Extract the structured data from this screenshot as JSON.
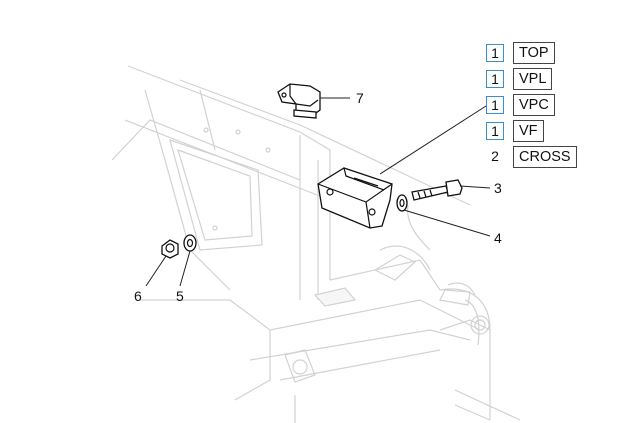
{
  "legend": [
    {
      "qty": "1",
      "variant": "TOP",
      "boxed": true
    },
    {
      "qty": "1",
      "variant": "VPL",
      "boxed": true
    },
    {
      "qty": "1",
      "variant": "VPC",
      "boxed": true
    },
    {
      "qty": "1",
      "variant": "VF",
      "boxed": true
    },
    {
      "qty": "2",
      "variant": "CROSS",
      "boxed": false
    }
  ],
  "callouts": {
    "c3": "3",
    "c4": "4",
    "c5": "5",
    "c6": "6",
    "c7": "7"
  },
  "colors": {
    "ghost_line": "#d2d2d2",
    "part_line": "#111111",
    "qty_box_border": "#3a8fd0"
  }
}
